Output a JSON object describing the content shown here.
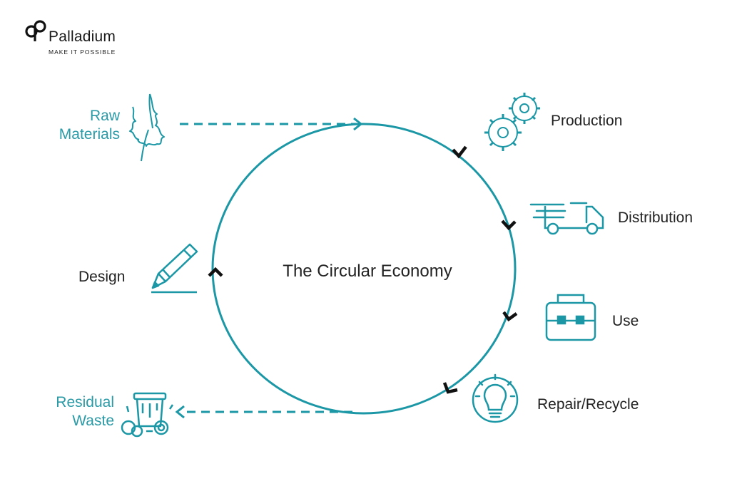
{
  "brand": {
    "name": "Palladium",
    "tagline": "MAKE IT POSSIBLE"
  },
  "title": "The Circular Economy",
  "stages": {
    "raw_materials": {
      "line1": "Raw",
      "line2": "Materials",
      "icon": "tree-icon"
    },
    "production": {
      "label": "Production",
      "icon": "gears-icon"
    },
    "distribution": {
      "label": "Distribution",
      "icon": "delivery-truck-icon"
    },
    "use": {
      "label": "Use",
      "icon": "briefcase-icon"
    },
    "repair_recycle": {
      "label": "Repair/Recycle",
      "icon": "lightbulb-icon"
    },
    "residual_waste": {
      "line1": "Residual",
      "line2": "Waste",
      "icon": "waste-bin-icon"
    },
    "design": {
      "label": "Design",
      "icon": "pencil-icon"
    }
  },
  "colors": {
    "teal": "#1b97a6",
    "label_teal": "#2a9aa6",
    "text": "#222222",
    "arrow": "#111111"
  }
}
